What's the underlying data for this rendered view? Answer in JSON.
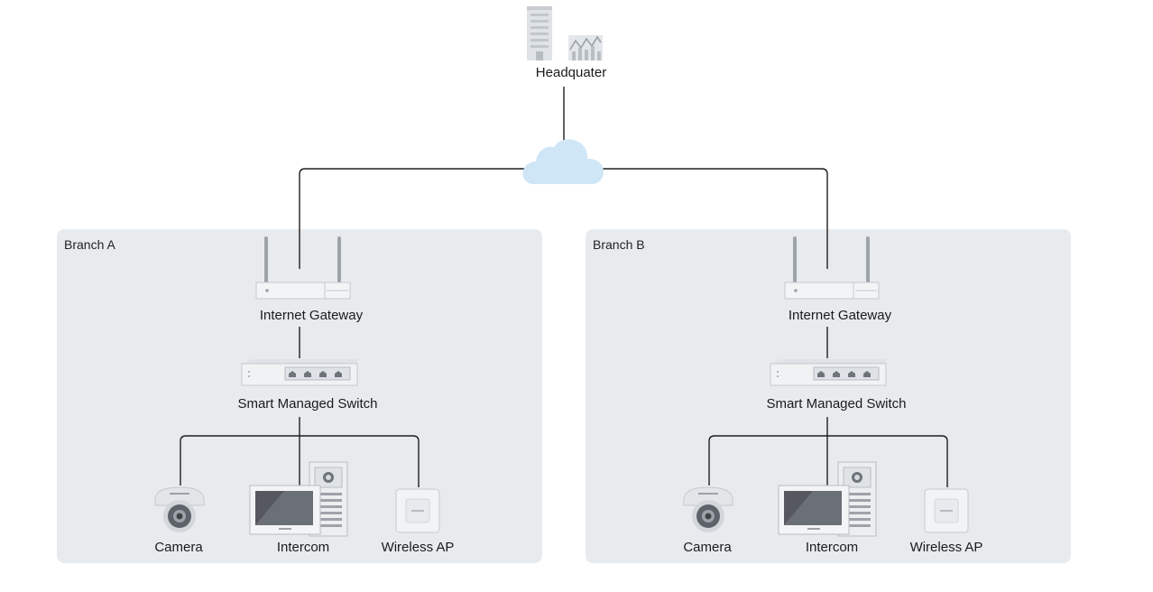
{
  "headquarter": {
    "label": "Headquater"
  },
  "branches": [
    {
      "label": "Branch A",
      "gateway": "Internet Gateway",
      "switch": "Smart Managed Switch",
      "devices": [
        "Camera",
        "Intercom",
        "Wireless AP"
      ]
    },
    {
      "label": "Branch B",
      "gateway": "Internet Gateway",
      "switch": "Smart Managed Switch",
      "devices": [
        "Camera",
        "Intercom",
        "Wireless AP"
      ]
    }
  ],
  "colors": {
    "panel": "#e8ebee",
    "line": "#1f1f1f",
    "cloud": "#cfe6f7",
    "device_light": "#f2f3f5",
    "device_mid": "#d6d9dd",
    "device_dark": "#8a8f96"
  }
}
